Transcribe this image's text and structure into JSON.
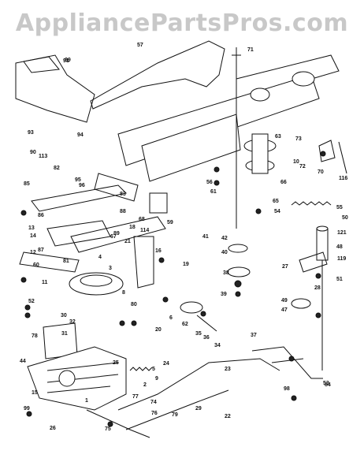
{
  "watermark": "AppliancePartsPros.com",
  "callouts": [
    "1",
    "2",
    "3",
    "4",
    "5",
    "6",
    "8",
    "9",
    "10",
    "11",
    "12",
    "13",
    "14",
    "15",
    "16",
    "18",
    "19",
    "20",
    "21",
    "22",
    "23",
    "24",
    "25",
    "26",
    "27",
    "28",
    "29",
    "30",
    "31",
    "32",
    "34",
    "35",
    "36",
    "37",
    "38",
    "39",
    "40",
    "41",
    "42",
    "44",
    "47",
    "48",
    "49",
    "50",
    "51",
    "52",
    "53",
    "54",
    "55",
    "56",
    "57",
    "59",
    "60",
    "61",
    "62",
    "63",
    "65",
    "66",
    "67",
    "68",
    "69",
    "70",
    "71",
    "72",
    "73",
    "74",
    "75",
    "76",
    "77",
    "78",
    "79",
    "80",
    "81",
    "82",
    "83",
    "84",
    "85",
    "86",
    "87",
    "88",
    "89",
    "90",
    "91",
    "93",
    "94",
    "95",
    "96",
    "98",
    "99",
    "113",
    "114",
    "116",
    "119",
    "121"
  ]
}
